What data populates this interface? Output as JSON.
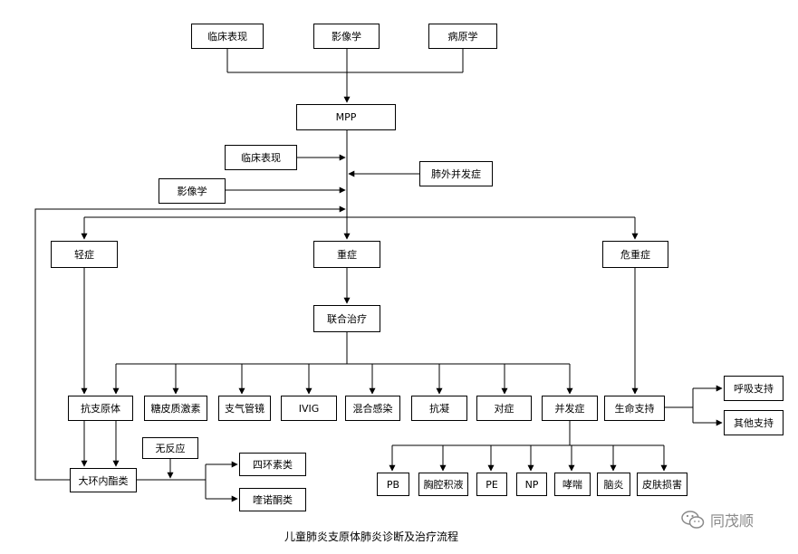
{
  "diagram": {
    "top": {
      "clinical": "临床表现",
      "imaging": "影像学",
      "etiology": "病原学"
    },
    "mpp": "MPP",
    "inputs": {
      "clinical": "临床表现",
      "imaging": "影像学",
      "extrapulmonary": "肺外并发症"
    },
    "severity": {
      "mild": "轻症",
      "severe": "重症",
      "critical": "危重症"
    },
    "combined_therapy": "联合治疗",
    "treatments": [
      "抗支原体",
      "糖皮质激素",
      "支气管镜",
      "IVIG",
      "混合感染",
      "抗凝",
      "对症",
      "并发症"
    ],
    "complications": [
      "PB",
      "胸腔积液",
      "PE",
      "NP",
      "哮喘",
      "脑炎",
      "皮肤损害"
    ],
    "life_support": "生命支持",
    "support_options": [
      "呼吸支持",
      "其他支持"
    ],
    "macrolide": "大环内酯类",
    "no_response": "无反应",
    "alternatives": [
      "四环素类",
      "喹诺酮类"
    ]
  },
  "caption": "儿童肺炎支原体肺炎诊断及治疗流程",
  "watermark": "同茂顺"
}
